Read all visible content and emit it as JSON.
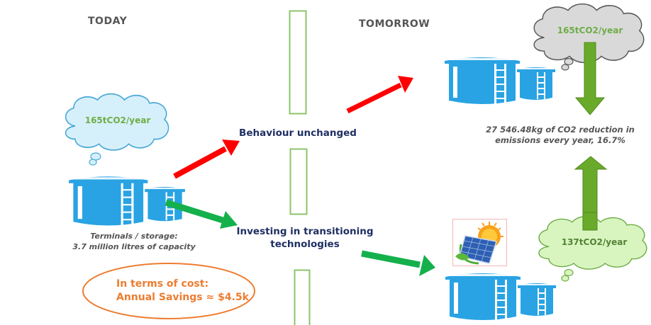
{
  "headings": {
    "today": "TODAY",
    "tomorrow": "TOMORROW"
  },
  "today": {
    "cloud": {
      "label": "165tCO2/year",
      "fill": "#d6f0fb",
      "stroke": "#4aa8d8",
      "text_color": "#70ad47"
    },
    "storage_caption_line1": "Terminals / storage:",
    "storage_caption_line2": "3.7 million litres of capacity",
    "cost": {
      "line1": "In terms of cost:",
      "line2": "Annual Savings ≈ $4.5k",
      "color": "#ed7d31"
    }
  },
  "paths": {
    "unchanged_label": "Behaviour unchanged",
    "investing_label_line1": "Investing in transitioning",
    "investing_label_line2": "technologies"
  },
  "tomorrow": {
    "unchanged_cloud": {
      "label": "165tCO2/year",
      "fill": "#d9d9d9",
      "stroke": "#595959",
      "text_color": "#70ad47"
    },
    "invested_cloud": {
      "label": "137tCO2/year",
      "fill": "#d8f5c0",
      "stroke": "#70ad47",
      "text_color": "#548235"
    },
    "reduction_line1": "27 546.48kg of CO2 reduction in",
    "reduction_line2": "emissions every year, 16.7%"
  },
  "icons": {
    "storage_tank": "storage-tank-icon",
    "solar_panel": "solar-panel-icon",
    "cloud": "thought-cloud-icon"
  },
  "colors": {
    "tank": "#29a3e3",
    "red_arrow": "#ff0000",
    "green_arrow": "#14b04c",
    "vertical_arrow": "#6aaa2a",
    "separator": "#8cc46a"
  }
}
